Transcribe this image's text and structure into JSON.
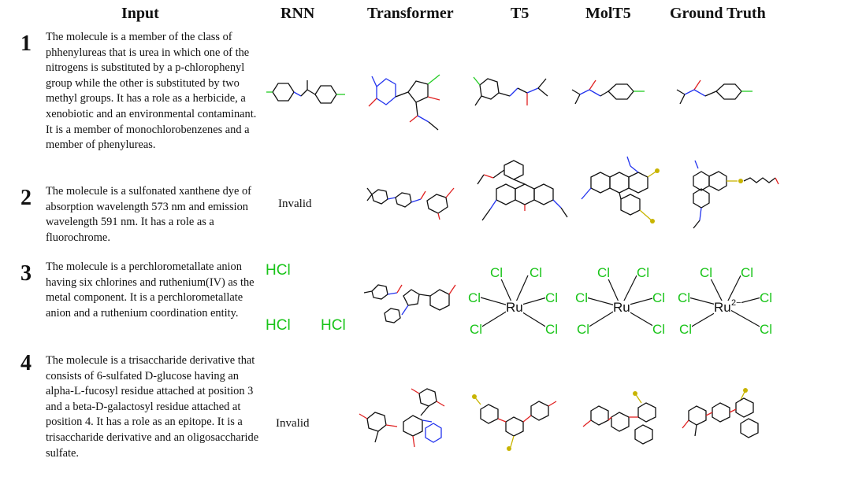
{
  "headers": [
    "Input",
    "RNN",
    "Transformer",
    "T5",
    "MolT5",
    "Ground Truth"
  ],
  "rows": [
    {
      "num": "1",
      "desc": "The molecule is a member of the class of phhenylureas that is urea in which one of the nitrogens is substituted by a p-chlorophenyl group while the other is substituted by two methyl groups. It has a role as a herbicide, a xenobiotic and an environmental contaminant. It is a member of monochlorobenzenes and a member of phenylureas."
    },
    {
      "num": "2",
      "desc": "The molecule is a sulfonated xanthene dye of absorption wavelength 573 nm and emission wavelength 591 nm. It has a role as a fluorochrome.",
      "rnn": "Invalid"
    },
    {
      "num": "3",
      "desc": "The molecule is a perchlorometallate anion having six chlorines and ruthenium(IV) as the metal component. It is a perchlorometallate anion and a ruthenium coordination entity.",
      "rnn_hcl": [
        "HCl",
        "HCl",
        "HCl"
      ]
    },
    {
      "num": "4",
      "desc": "The molecule is a trisaccharide derivative that consists of 6-sulfated D-glucose having an alpha-L-fucosyl residue attached at position 3 and a beta-D-galactosyl residue attached at position 4. It has a role as an epitope. It is a trisaccharide derivative and an oligosaccharide sulfate.",
      "rnn": "Invalid"
    }
  ],
  "ru_complexes": [
    {
      "center": "Ru",
      "ligand": "Cl"
    },
    {
      "center": "Ru",
      "ligand": "Cl"
    },
    {
      "center": "Ru",
      "charge": "2−",
      "ligand": "Cl"
    }
  ],
  "colors": {
    "nitrogen": "#2233ee",
    "oxygen": "#e02020",
    "chlorine": "#19c419",
    "sulfur": "#c8b400"
  }
}
